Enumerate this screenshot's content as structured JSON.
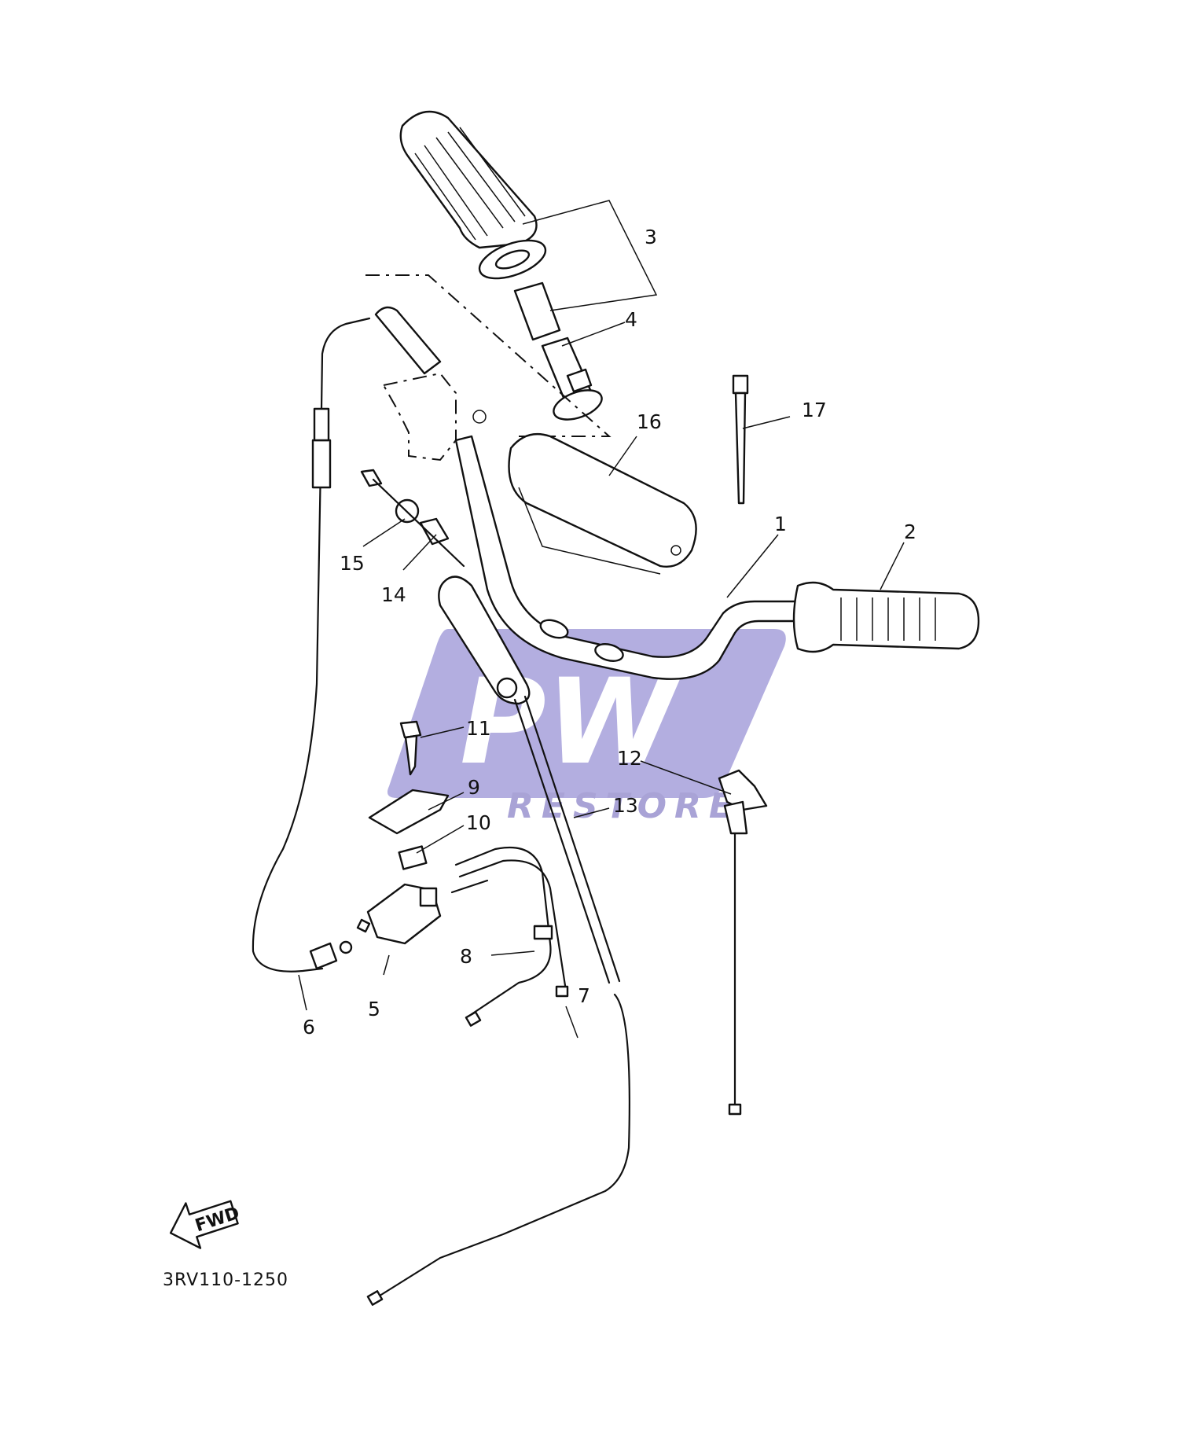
{
  "diagram": {
    "code": "3RV110-1250",
    "direction_label": "FWD",
    "watermark": {
      "main": "PW",
      "sub": "RESTORE",
      "color": "#b3aee0"
    },
    "callouts": [
      "1",
      "2",
      "3",
      "4",
      "5",
      "6",
      "7",
      "8",
      "9",
      "10",
      "11",
      "12",
      "13",
      "14",
      "15",
      "16",
      "17"
    ]
  }
}
